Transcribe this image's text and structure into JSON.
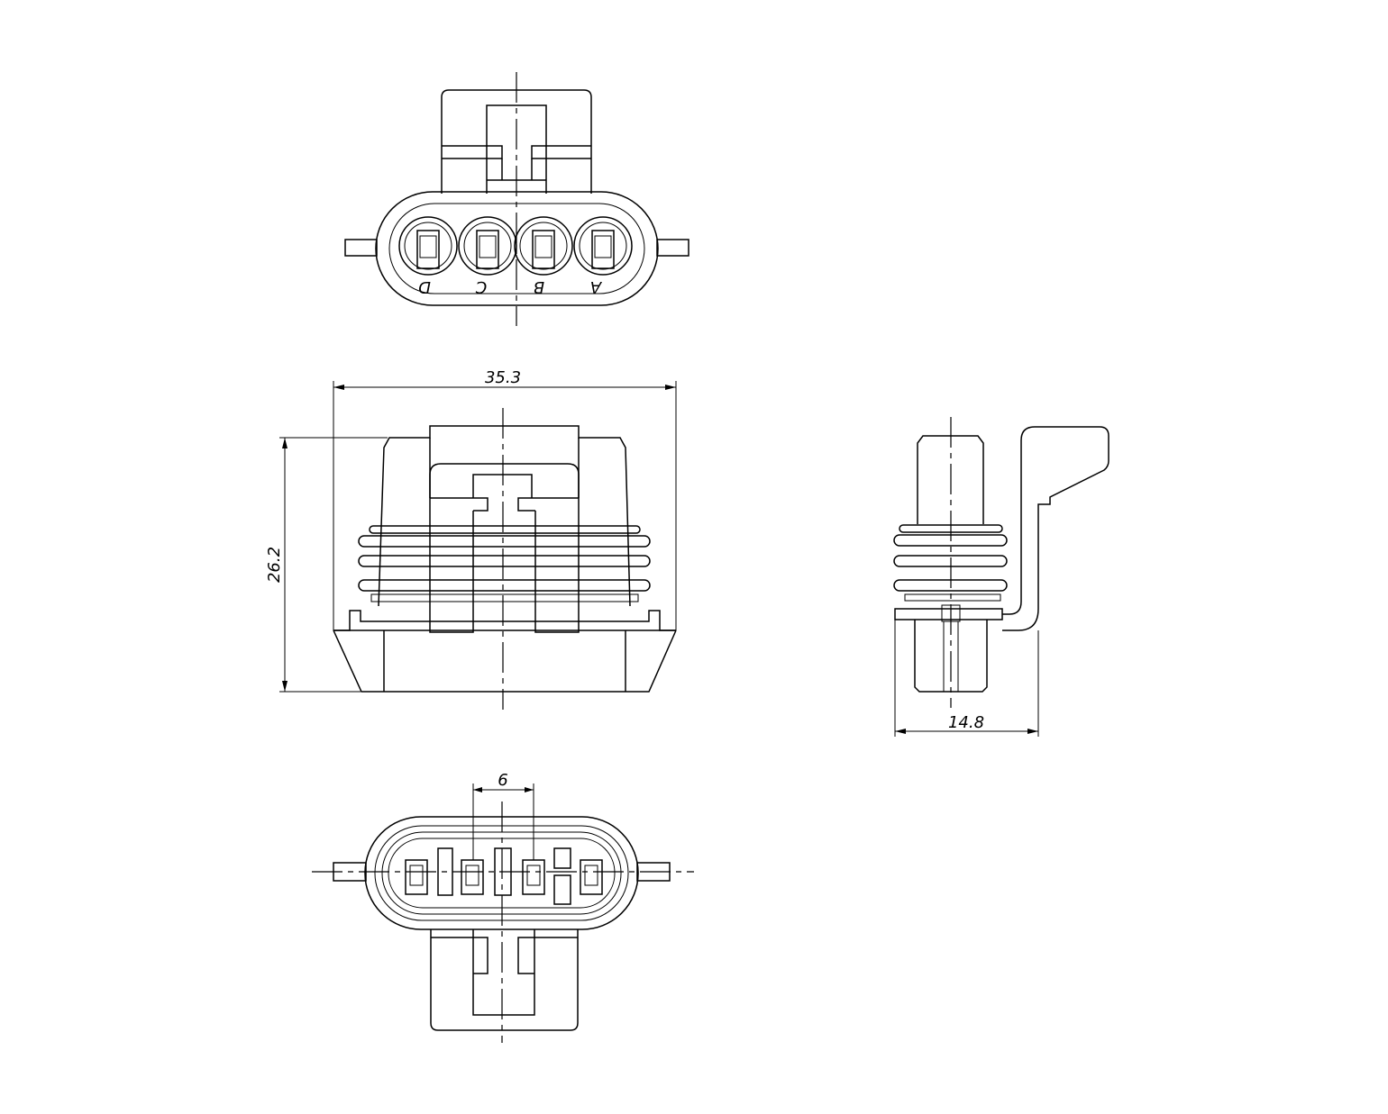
{
  "drawing": {
    "pin_labels": [
      "D",
      "C",
      "B",
      "A"
    ],
    "dimensions": {
      "overall_width": "35.3",
      "overall_height": "26.2",
      "side_depth": "14.8",
      "pin_pitch": "6"
    }
  }
}
